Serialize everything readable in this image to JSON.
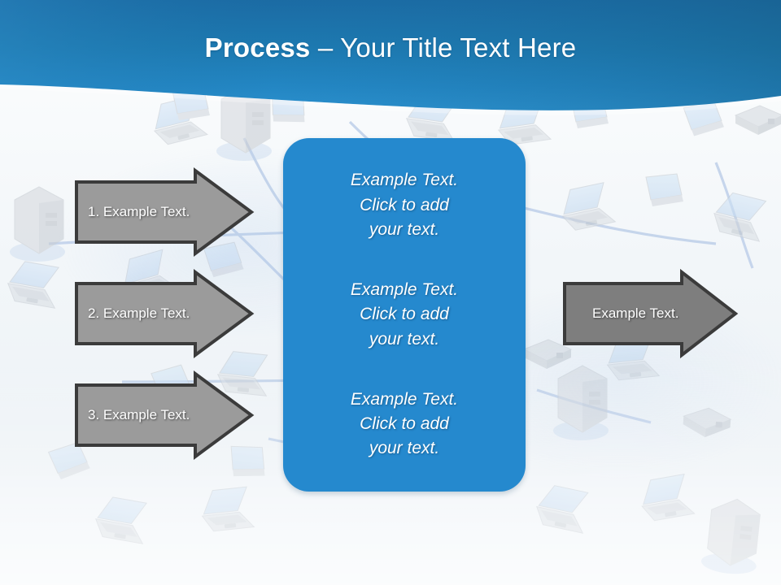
{
  "slide": {
    "title": {
      "bold_part": "Process",
      "rest_part": " – Your Title Text Here",
      "full": "Process – Your Title Text Here"
    },
    "theme": {
      "header_blue_top": "#1d6ea8",
      "header_blue_mid": "#1d7cb5",
      "header_blue_bottom": "#2a8bc8",
      "panel_blue": "#2589ce",
      "arrow_gray_light": "#9b9b9b",
      "arrow_gray_dark": "#7e7e7e",
      "arrow_outline": "#3b3b3b",
      "background": "#eff4f8",
      "title_text": "#ffffff"
    }
  },
  "input_arrows": [
    {
      "id": "arrow-1",
      "label": "1.  Example Text.",
      "fill": "#9b9b9b"
    },
    {
      "id": "arrow-2",
      "label": "2.  Example Text.",
      "fill": "#9b9b9b"
    },
    {
      "id": "arrow-3",
      "label": "3.  Example Text.",
      "fill": "#9b9b9b"
    }
  ],
  "output_arrow": {
    "id": "arrow-out",
    "label": "Example Text.",
    "fill": "#7e7e7e"
  },
  "center_panel": {
    "blocks": [
      {
        "line1": "Example Text.",
        "line2": "Click  to add",
        "line3": "your text."
      },
      {
        "line1": "Example Text.",
        "line2": "Click  to add",
        "line3": "your text."
      },
      {
        "line1": "Example Text.",
        "line2": "Click  to add",
        "line3": "your text."
      }
    ]
  },
  "background_art": {
    "description": "faded isometric computer network: laptops, desktop towers, routers joined by pale blue links",
    "line_color": "#b9ccea",
    "device_body": "#d3d7dc",
    "device_screen": "#cfe2f3"
  }
}
